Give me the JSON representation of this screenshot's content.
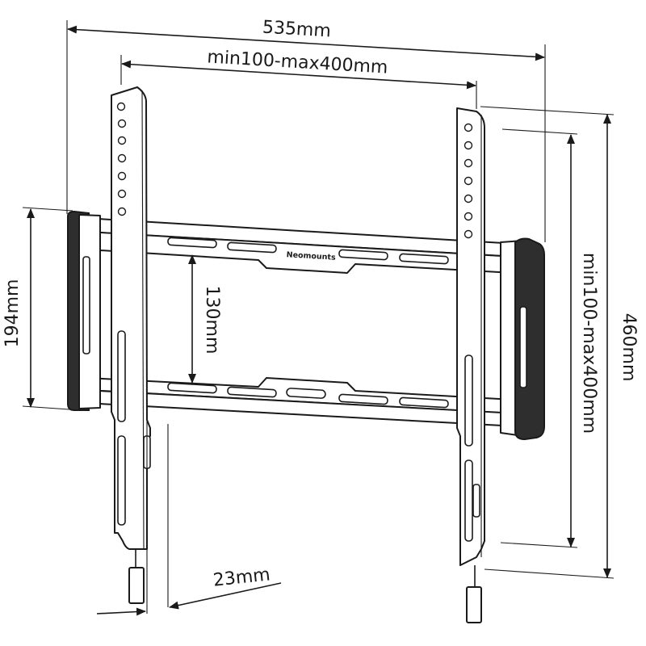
{
  "dimensions": {
    "overall_width": "535mm",
    "vesa_horizontal": "min100-max400mm",
    "vesa_vertical": "min100-max400mm",
    "overall_height": "460mm",
    "wall_plate_height": "194mm",
    "inner_rail_gap": "130mm",
    "wall_distance": "23mm"
  },
  "brand": "Neomounts"
}
